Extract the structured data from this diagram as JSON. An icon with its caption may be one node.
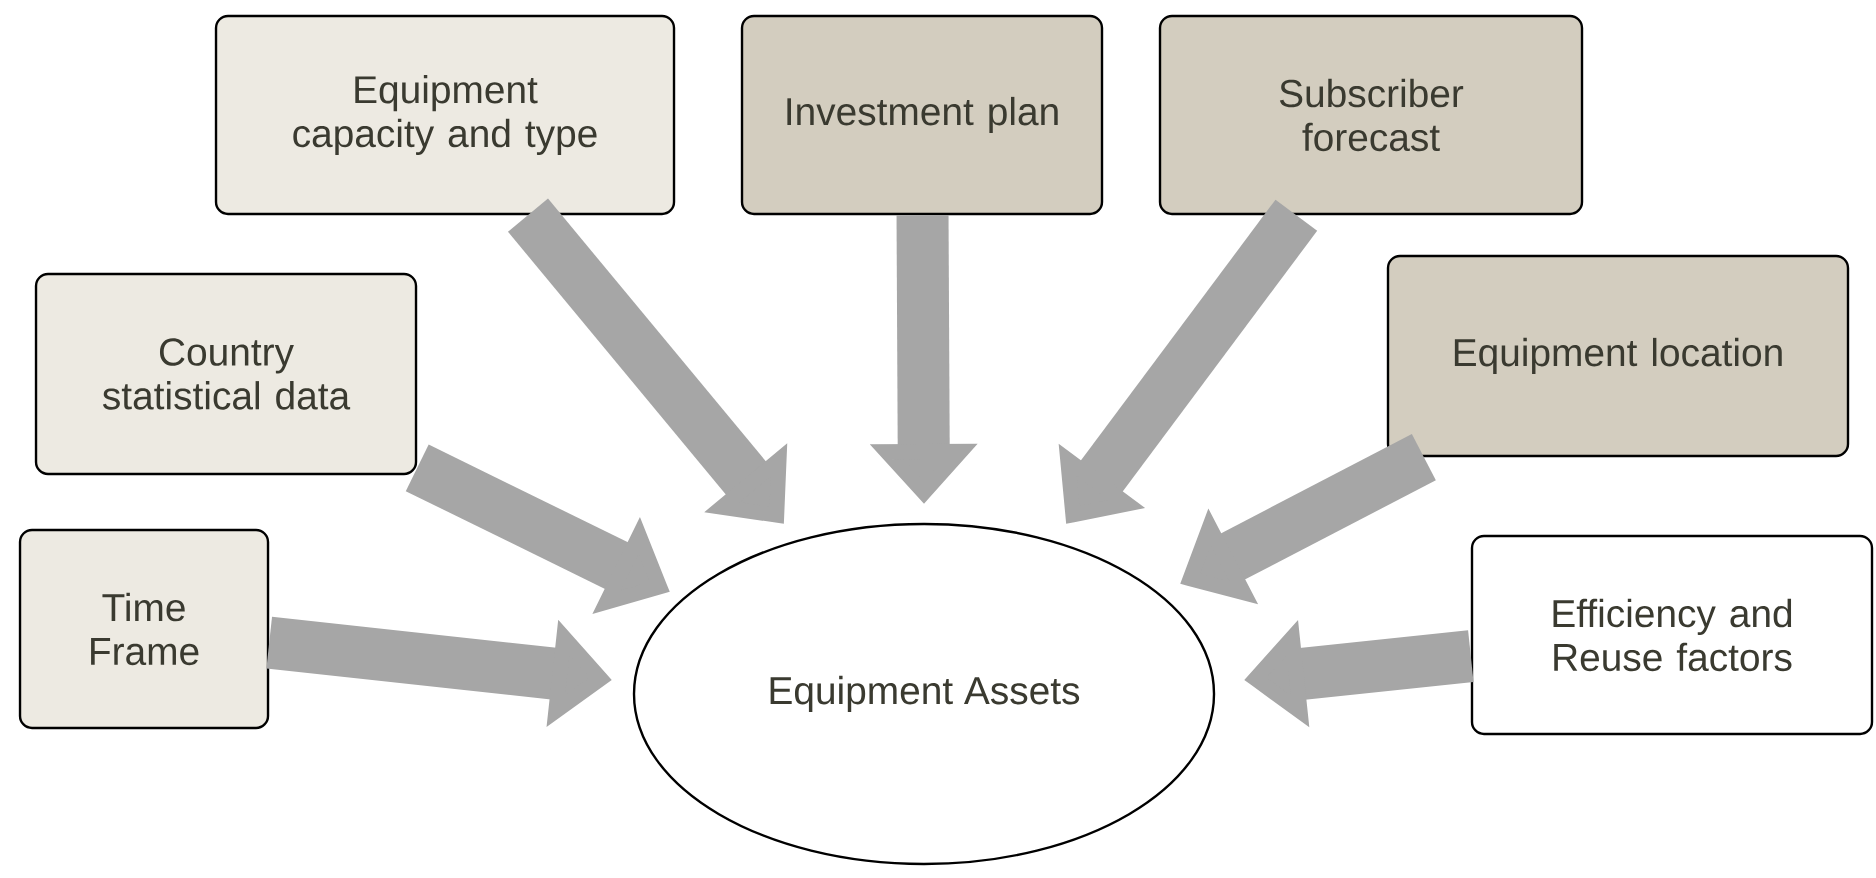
{
  "diagram": {
    "nodes": [
      {
        "text": [
          "Equipment capacity and type"
        ]
      },
      {
        "text": [
          "Investment plan"
        ]
      },
      {
        "text": [
          "Subscriber forecast"
        ]
      },
      {
        "text": [
          "Country statistical data"
        ]
      },
      {
        "text": [
          "Equipment location"
        ]
      },
      {
        "text": [
          "Time Frame"
        ]
      },
      {
        "text": [
          "Efficiency and Reuse factors"
        ]
      },
      {
        "text": [
          "Equipment Assets"
        ]
      }
    ],
    "edges": [
      {
        "from": 0,
        "to": 7,
        "arrow": "to"
      },
      {
        "from": 1,
        "to": 7,
        "arrow": "to"
      },
      {
        "from": 2,
        "to": 7,
        "arrow": "to"
      },
      {
        "from": 3,
        "to": 7,
        "arrow": "to"
      },
      {
        "from": 4,
        "to": 7,
        "arrow": "to"
      },
      {
        "from": 5,
        "to": 7,
        "arrow": "to"
      },
      {
        "from": 6,
        "to": 7,
        "arrow": "to"
      }
    ]
  }
}
